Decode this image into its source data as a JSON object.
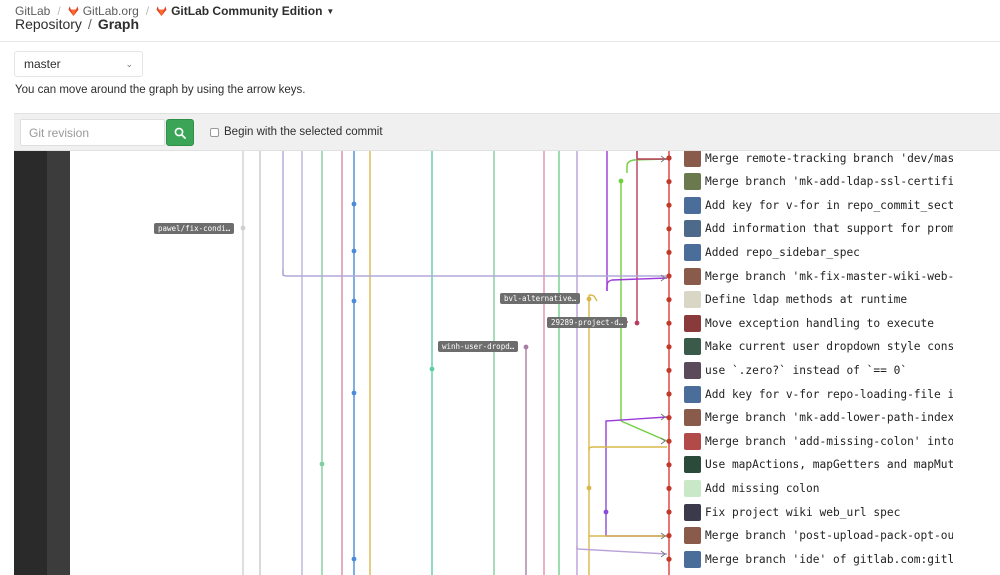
{
  "breadcrumbs": {
    "items": [
      "GitLab",
      "GitLab.org",
      "GitLab Community Edition"
    ],
    "separator": "/"
  },
  "page_path": {
    "parent": "Repository",
    "separator": "/",
    "current": "Graph"
  },
  "branch_select": {
    "value": "master"
  },
  "help_text": "You can move around the graph by using the arrow keys.",
  "filter": {
    "placeholder": "Git revision",
    "checkbox_label": "Begin with the selected commit",
    "search_icon": "search-icon"
  },
  "colors": {
    "accent_green": "#3aa556",
    "tag_bg": "#6d6d6d"
  },
  "refs": [
    {
      "name": "pawel/fix-condi…",
      "color": "#cfcfcf"
    },
    {
      "name": "bvl-alternative…",
      "color": "#e8c24a"
    },
    {
      "name": "29289-project-d…",
      "color": "#b83c5d"
    },
    {
      "name": "winh-user-dropd…",
      "color": "#a77ea3"
    }
  ],
  "commits": [
    {
      "message": "Merge remote-tracking branch 'dev/mas",
      "avatar_color": "#8a5a4a"
    },
    {
      "message": "Merge branch 'mk-add-ldap-ssl-certifi",
      "avatar_color": "#6a7a4e"
    },
    {
      "message": "Add key for v-for in repo_commit_sect",
      "avatar_color": "#4a6d9a"
    },
    {
      "message": "Add information that support for prom",
      "avatar_color": "#4d6a8a"
    },
    {
      "message": "Added repo_sidebar_spec",
      "avatar_color": "#4a6d9a"
    },
    {
      "message": "Merge branch 'mk-fix-master-wiki-web-",
      "avatar_color": "#8a5a4a"
    },
    {
      "message": "Define ldap methods at runtime",
      "avatar_color": "#d9d6c6"
    },
    {
      "message": "Move exception handling to execute",
      "avatar_color": "#8a3a3a"
    },
    {
      "message": "Make current user dropdown style cons",
      "avatar_color": "#3a5a4a"
    },
    {
      "message": "use `.zero?` instead of `== 0`",
      "avatar_color": "#5a4a5a"
    },
    {
      "message": "Add key for v-for repo-loading-file i",
      "avatar_color": "#4a6d9a"
    },
    {
      "message": "Merge branch 'mk-add-lower-path-index",
      "avatar_color": "#8a5a4a"
    },
    {
      "message": "Merge branch 'add-missing-colon' into",
      "avatar_color": "#b34a4a"
    },
    {
      "message": "Use mapActions, mapGetters and mapMut",
      "avatar_color": "#2a4a3a"
    },
    {
      "message": "Add missing colon",
      "avatar_color": "#c8e8c8"
    },
    {
      "message": "Fix project wiki web_url spec",
      "avatar_color": "#3a3a4a"
    },
    {
      "message": "Merge branch 'post-upload-pack-opt-ou",
      "avatar_color": "#8a5a4a"
    },
    {
      "message": "Merge branch 'ide' of gitlab.com:gitl",
      "avatar_color": "#4a6d9a"
    }
  ]
}
